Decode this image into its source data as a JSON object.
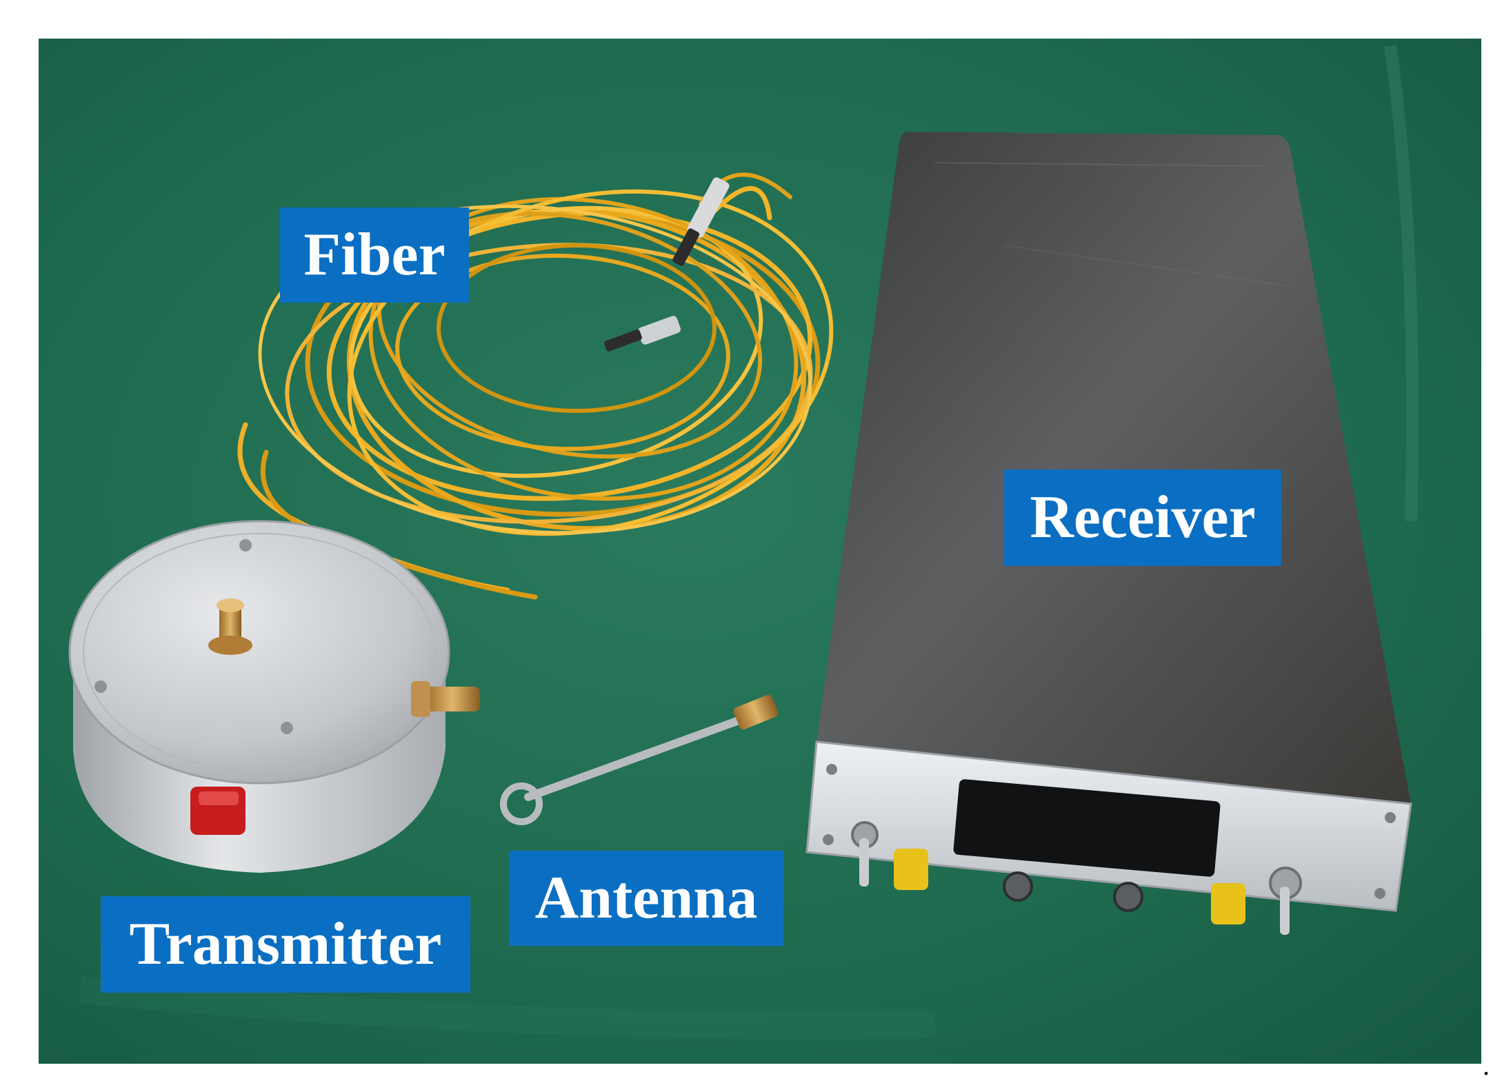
{
  "labels": {
    "fiber": "Fiber",
    "receiver": "Receiver",
    "antenna": "Antenna",
    "transmitter": "Transmitter"
  },
  "trailing_mark": ".",
  "colors": {
    "label_background": "#0a6fc2",
    "label_text": "#ffffff",
    "table_surface": "#1f6b50",
    "fiber_cable": "#f0b020",
    "receiver_top": "#4a4a4a",
    "receiver_front": "#d8dde2",
    "transmitter_body": "#c9ccd0",
    "connector_yellow": "#e8c21a",
    "button_red": "#c81d1d"
  }
}
